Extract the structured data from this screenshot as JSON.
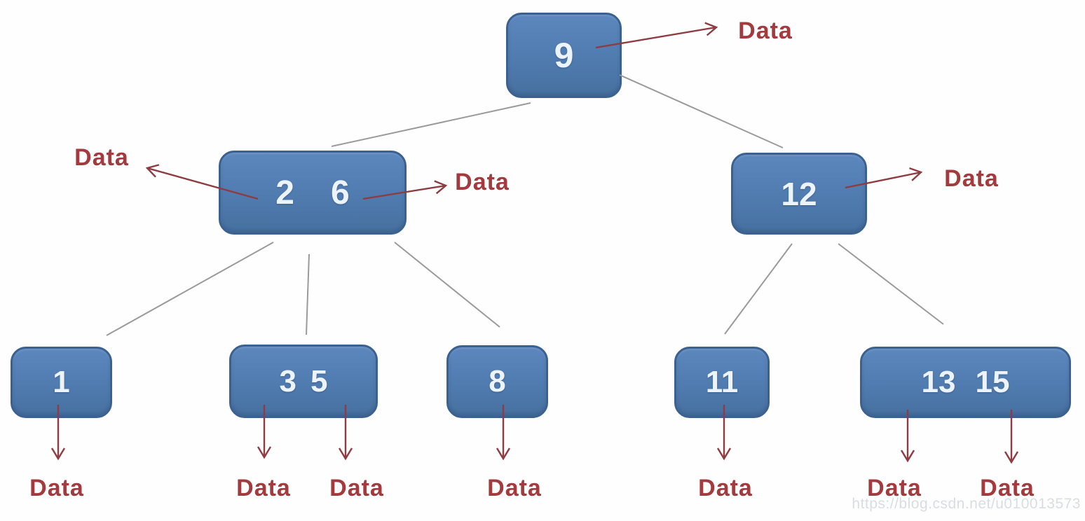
{
  "nodes": {
    "root": {
      "keys": [
        "9"
      ]
    },
    "internal_left": {
      "keys": [
        "2",
        "6"
      ]
    },
    "internal_right": {
      "keys": [
        "12"
      ]
    },
    "leaf_1": {
      "keys": [
        "1"
      ]
    },
    "leaf_3_5": {
      "keys": [
        "3",
        "5"
      ]
    },
    "leaf_8": {
      "keys": [
        "8"
      ]
    },
    "leaf_11": {
      "keys": [
        "11"
      ]
    },
    "leaf_13_15": {
      "keys": [
        "13",
        "15"
      ]
    }
  },
  "data_labels": [
    {
      "id": "root-right",
      "text": "Data"
    },
    {
      "id": "internal-left-west",
      "text": "Data"
    },
    {
      "id": "internal-left-east",
      "text": "Data"
    },
    {
      "id": "internal-right-east",
      "text": "Data"
    },
    {
      "id": "leaf-1",
      "text": "Data"
    },
    {
      "id": "leaf-3",
      "text": "Data"
    },
    {
      "id": "leaf-5",
      "text": "Data"
    },
    {
      "id": "leaf-8",
      "text": "Data"
    },
    {
      "id": "leaf-11",
      "text": "Data"
    },
    {
      "id": "leaf-13",
      "text": "Data"
    },
    {
      "id": "leaf-15",
      "text": "Data"
    }
  ],
  "watermark": {
    "text": "https://blog.csdn.net/u010013573"
  },
  "colors": {
    "node_fill": "#4f7aae",
    "node_fill_light": "#5c87be",
    "node_border": "#3a618f",
    "node_text": "#ecf3fb",
    "edge": "#9a9a9a",
    "arrow": "#8e3b41",
    "data_text": "#a23a3e",
    "watermark_text": "#d9dde1"
  }
}
